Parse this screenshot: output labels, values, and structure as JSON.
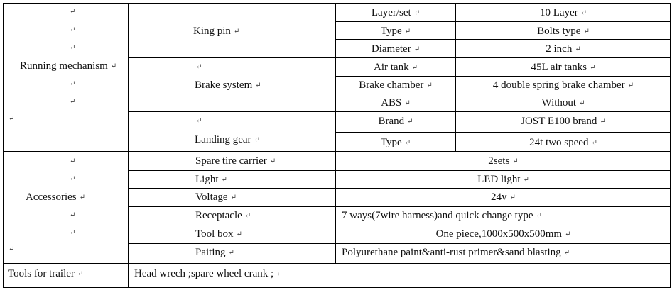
{
  "sections": {
    "running": {
      "label": "Running mechanism",
      "king_pin": {
        "label": "King pin",
        "rows": [
          {
            "name": "Layer/set",
            "value": "10 Layer"
          },
          {
            "name": "Type",
            "value": "Bolts type"
          },
          {
            "name": "Diameter",
            "value": "2 inch"
          }
        ]
      },
      "brake": {
        "label": "Brake system",
        "rows": [
          {
            "name": "Air tank",
            "value": "45L air tanks"
          },
          {
            "name": "Brake chamber",
            "value": "4 double spring brake chamber"
          },
          {
            "name": "ABS",
            "value": "Without"
          }
        ]
      },
      "landing": {
        "label": "Landing gear",
        "rows": [
          {
            "name": "Brand",
            "value": "JOST E100 brand"
          },
          {
            "name": "Type",
            "value": "24t two speed"
          }
        ]
      }
    },
    "accessories": {
      "label": "Accessories",
      "rows": [
        {
          "name": "Spare tire carrier",
          "value": "2sets"
        },
        {
          "name": "Light",
          "value": "LED light"
        },
        {
          "name": "Voltage",
          "value": "24v"
        },
        {
          "name": "Receptacle",
          "value": "7 ways(7wire harness)and quick change type"
        },
        {
          "name": "Tool box",
          "value": "One piece,1000x500x500mm"
        },
        {
          "name": "Paiting",
          "value": "Polyurethane paint&anti-rust primer&sand blasting"
        }
      ]
    },
    "tools": {
      "label": "Tools for trailer",
      "value": "Head wrech ;spare wheel crank ;"
    }
  }
}
